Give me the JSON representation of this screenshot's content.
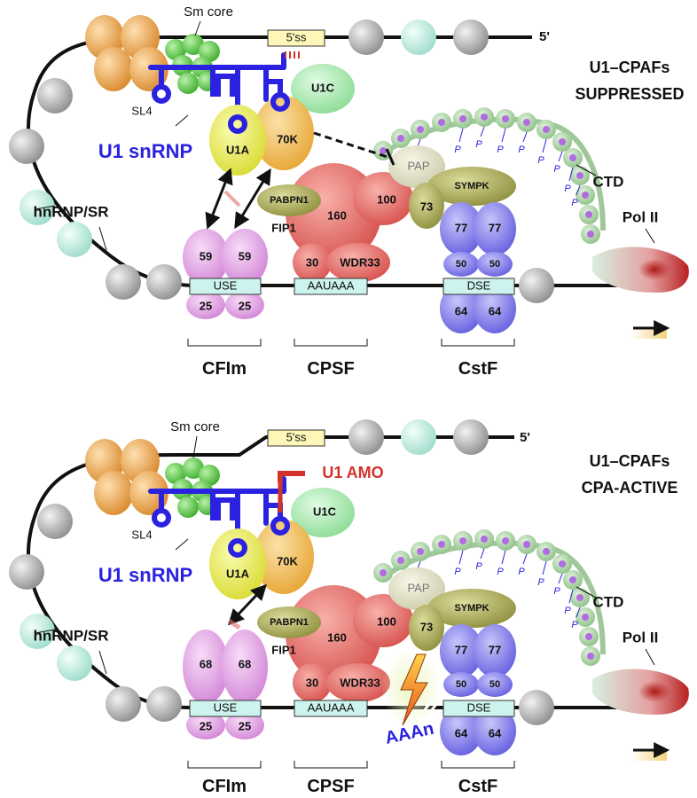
{
  "panel_top": {
    "sm_core": "Sm core",
    "five_ss": "5'ss",
    "five_prime": "5'",
    "title_line1": "U1–CPAFs",
    "status": "SUPPRESSED",
    "status_color": "#d3322a",
    "sl4": "SL4",
    "u1c": "U1C",
    "u1a": "U1A",
    "k70": "70K",
    "u1_snrnp": "U1 snRNP",
    "hnrnp": "hnRNP/SR",
    "pap": "PAP",
    "symp": "SYMPK",
    "ctd": "CTD",
    "pol2": "Pol II",
    "pabpn1": "PABPN1",
    "cpsf160": "160",
    "cpsf100": "100",
    "cpsf73": "73",
    "fip1": "FIP1",
    "cpsf30": "30",
    "wdr33": "WDR33",
    "cfim_a": "59",
    "cfim_b": "59",
    "cfim25_a": "25",
    "cfim25_b": "25",
    "use": "USE",
    "auuaaa": "AAUAAA",
    "dse": "DSE",
    "cstf77_a": "77",
    "cstf77_b": "77",
    "cstf50_a": "50",
    "cstf50_b": "50",
    "cstf64_a": "64",
    "cstf64_b": "64",
    "grp_cfim": "CFIm",
    "grp_cpsf": "CPSF",
    "grp_cstf": "CstF",
    "p_label": "P"
  },
  "panel_bottom": {
    "sm_core": "Sm core",
    "five_ss": "5'ss",
    "five_prime": "5'",
    "u1_amo": "U1 AMO",
    "title_line1": "U1–CPAFs",
    "status": "CPA-ACTIVE",
    "status_color": "#3f8a1f",
    "sl4": "SL4",
    "u1c": "U1C",
    "u1a": "U1A",
    "k70": "70K",
    "u1_snrnp": "U1 snRNP",
    "hnrnp": "hnRNP/SR",
    "pap": "PAP",
    "symp": "SYMPK",
    "ctd": "CTD",
    "pol2": "Pol II",
    "pabpn1": "PABPN1",
    "cpsf160": "160",
    "cpsf100": "100",
    "cpsf73": "73",
    "fip1": "FIP1",
    "cpsf30": "30",
    "wdr33": "WDR33",
    "cfim_a": "68",
    "cfim_b": "68",
    "cfim25_a": "25",
    "cfim25_b": "25",
    "use": "USE",
    "auuaaa": "AAUAAA",
    "dse": "DSE",
    "cstf77_a": "77",
    "cstf77_b": "77",
    "cstf50_a": "50",
    "cstf50_b": "50",
    "cstf64_a": "64",
    "cstf64_b": "64",
    "aaan": "AAAn",
    "grp_cfim": "CFIm",
    "grp_cpsf": "CPSF",
    "grp_cstf": "CstF",
    "p_label": "P"
  },
  "colors": {
    "u1_blue": "#2a22e0",
    "cpsf_red": "#e0625e",
    "cfim_pink": "#e3a0e6",
    "cstf_blue": "#7a74e6",
    "u1a_yellow": "#e8ea3c",
    "k70_orange": "#f0b23a",
    "u1c_green": "#9fe6a8",
    "olive": "#a2a24a",
    "sm_green": "#4cbf3a",
    "hnrnp_orange": "#eba24a",
    "bead_gray": "#a9a9a9",
    "bead_cyan": "#bff0e2",
    "ctd_bead": "#9fc79a",
    "ctd_dot": "#b06ce0"
  }
}
